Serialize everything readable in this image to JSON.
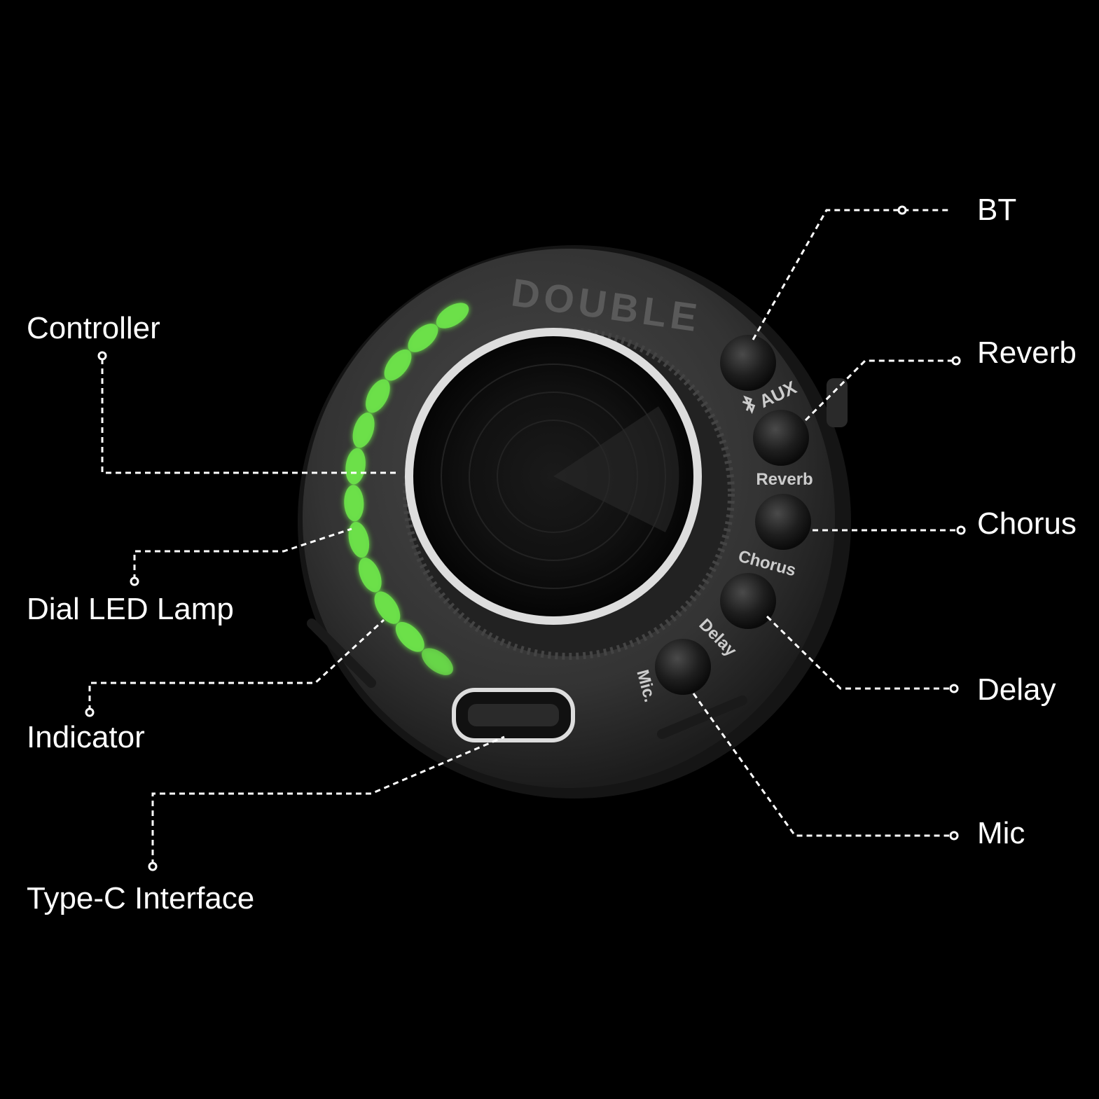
{
  "device": {
    "brand": "DOUBLE",
    "button_labels": {
      "aux": "AUX",
      "reverb": "Reverb",
      "chorus": "Chorus",
      "delay": "Delay",
      "mic": "Mic."
    },
    "led_color": "#6be04a",
    "body_color": "#3a3a3a"
  },
  "callouts": {
    "controller": "Controller",
    "dial_led_lamp": "Dial LED Lamp",
    "indicator": "Indicator",
    "type_c_interface": "Type-C Interface",
    "bt": "BT",
    "reverb": "Reverb",
    "chorus": "Chorus",
    "delay": "Delay",
    "mic": "Mic"
  },
  "icons": {
    "bluetooth": "bluetooth-icon"
  }
}
